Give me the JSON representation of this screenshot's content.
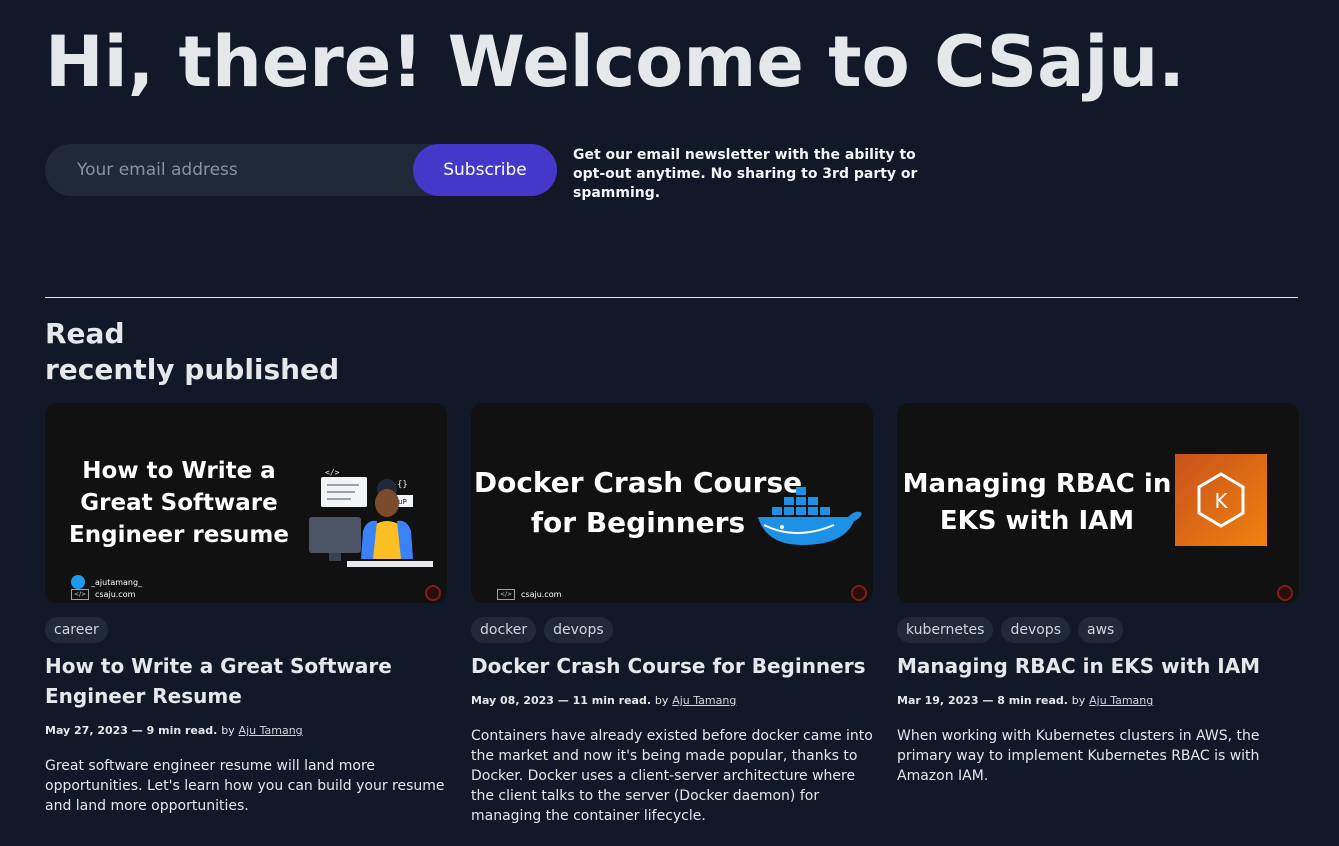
{
  "hero": {
    "title": "Hi, there! Welcome to CSaju."
  },
  "newsletter": {
    "placeholder": "Your email address",
    "button_label": "Subscribe",
    "note": "Get our email newsletter with the ability to opt-out anytime. No sharing to 3rd party or spamming."
  },
  "section": {
    "heading_line1": "Read",
    "heading_line2": "recently published"
  },
  "posts": [
    {
      "thumb_title": "How to Write a Great Software Engineer resume",
      "thumb_handle": "_ajutamang_",
      "thumb_site": "csaju.com",
      "tags": [
        "career"
      ],
      "title": "How to Write a Great Software Engineer Resume",
      "date_read": "May 27, 2023 — 9 min read.",
      "by": "by",
      "author": "Aju Tamang",
      "excerpt": "Great software engineer resume will land more opportunities. Let's learn how you can build your resume and land more opportunities."
    },
    {
      "thumb_title": "Docker Crash Course for Beginners",
      "thumb_site": "csaju.com",
      "tags": [
        "docker",
        "devops"
      ],
      "title": "Docker Crash Course for Beginners",
      "date_read": "May 08, 2023 — 11 min read.",
      "by": "by",
      "author": "Aju Tamang",
      "excerpt": "Containers have already existed before docker came into the market and now it's being made popular, thanks to Docker. Docker uses a client-server architecture where the client talks to the server (Docker daemon) for managing the container lifecycle."
    },
    {
      "thumb_title": "Managing RBAC in EKS with IAM",
      "thumb_badge_letter": "K",
      "tags": [
        "kubernetes",
        "devops",
        "aws"
      ],
      "title": "Managing RBAC in EKS with IAM",
      "date_read": "Mar 19, 2023 — 8 min read.",
      "by": "by",
      "author": "Aju Tamang",
      "excerpt": "When working with Kubernetes clusters in AWS, the primary way to implement Kubernetes RBAC is with Amazon IAM."
    }
  ],
  "colors": {
    "background": "#111827",
    "accent": "#4338ca",
    "tag_bg": "#1f2937",
    "docker_blue": "#1d91e6",
    "aws_orange": "#f0820f"
  }
}
